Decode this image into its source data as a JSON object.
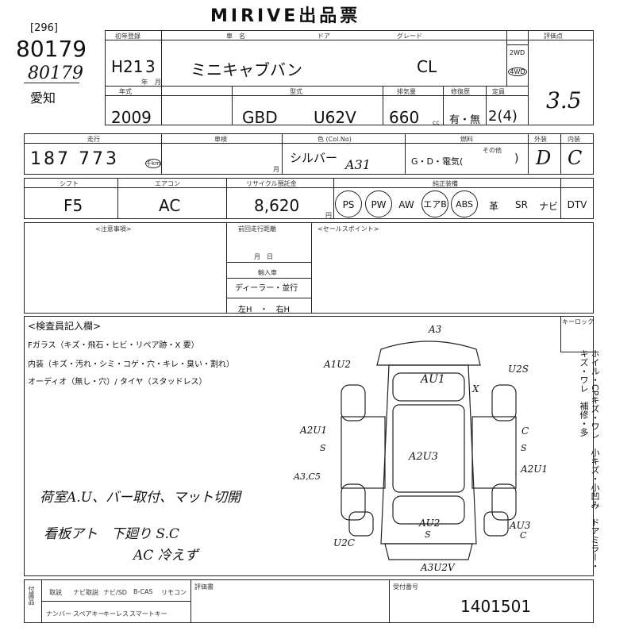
{
  "title": "MIRIVE出品票",
  "lot": {
    "code": "[296]",
    "number": "80179",
    "number_hand": "80179",
    "area": "愛知"
  },
  "labels": {
    "shoken": "初年登録",
    "shamei": "車　名",
    "door": "ドア",
    "grade": "グレード",
    "nensiki": "年式",
    "kata": "型式",
    "haiki": "排気量",
    "shuri": "修復歴",
    "teiin": "定員",
    "soko": "走行",
    "shaken": "車検",
    "iro": "色 (Col.No)",
    "nenryo": "燃料",
    "gaiso": "外装",
    "naiso": "内装",
    "shift": "シフト",
    "aircon": "エアコン",
    "recycle": "リサイクル預託金",
    "equip": "純正装備",
    "hyoka": "評価点",
    "chuui": "<注意事項>",
    "sales": "<セールスポイント>",
    "inspector": "<検査員記入欄>",
    "keylock": "キーロック",
    "sokohosho": "前回走行距離",
    "yunyu": "輸入車",
    "uketsuke": "受付番号",
    "zairyo": "評価書",
    "fukaseki": "付属品",
    "sanotoyo": "その他",
    "bottom_cells": [
      "取説",
      "ナビ取説",
      "ナビ/SD",
      "B-CAS",
      "リモコン",
      "ナンバー",
      "スペアキー",
      "キーレス",
      "スマートキー"
    ],
    "month_day": "月　日",
    "dealer": "ディーラー・並行",
    "handle": "左H　・　右H",
    "unit_nen": "年",
    "unit_tsuki": "月",
    "unit_cc": "cc",
    "unit_en": "円",
    "unit_shaken_tsuki": "月",
    "kazuchi": "輸入車"
  },
  "vehicle": {
    "era": "H21",
    "month": "3",
    "model_name": "ミニキャブバン",
    "grade": "CL",
    "year_ad": "2009",
    "model_prefix": "GBD",
    "model_code": "U62V",
    "displacement": "660",
    "repair": "有・無",
    "capacity": "2(4)",
    "drive": "2WD",
    "drive_circle": "4WD",
    "mileage": "187 773",
    "mileage_unit": "千km",
    "color": "シルバー",
    "color_code": "A31",
    "fuel": "G・D・電気(",
    "fuel_close": ")",
    "exterior_grade": "D",
    "interior_grade": "C",
    "shift": "F5",
    "aircon": "AC",
    "recycle": "8,620",
    "score": "3.5",
    "dealer_parallel": "ディーラー・並行",
    "handle": "左H　・　右H"
  },
  "equipment": [
    "PS",
    "PW",
    "AW",
    "エアB",
    "ABS",
    "革",
    "SR",
    "ナビ",
    "DTV"
  ],
  "equipment_circled": [
    "PS",
    "PW",
    "エアB",
    "ABS"
  ],
  "inspector_notes": {
    "glass": "Fガラス（キズ・飛石・ヒビ・リペア跡・X 要）",
    "interior": "内装（キズ・汚れ・シミ・コゲ・穴・キレ・臭い・割れ）",
    "audio": "オーディオ（無し・穴）/ タイヤ（スタッドレス）",
    "hand1": "荷室A.U、バー取付、マット切開",
    "hand2": "看板アト　下廻り S.C",
    "hand3": "AC 冷えず"
  },
  "damage_marks": [
    "A3",
    "A1U2",
    "AU1",
    "U2S",
    "X",
    "A2U1",
    "S",
    "C",
    "S",
    "A2U3",
    "A3,C5",
    "A2U1",
    "AU2",
    "S",
    "AU3",
    "C",
    "U2C",
    "A3U2V"
  ],
  "side_notes": "ホイル・CPキズ・ワレ　小キズ・小凹み　ドアミラー・キズ・ワレ　補修・多",
  "receipt_number": "1401501"
}
